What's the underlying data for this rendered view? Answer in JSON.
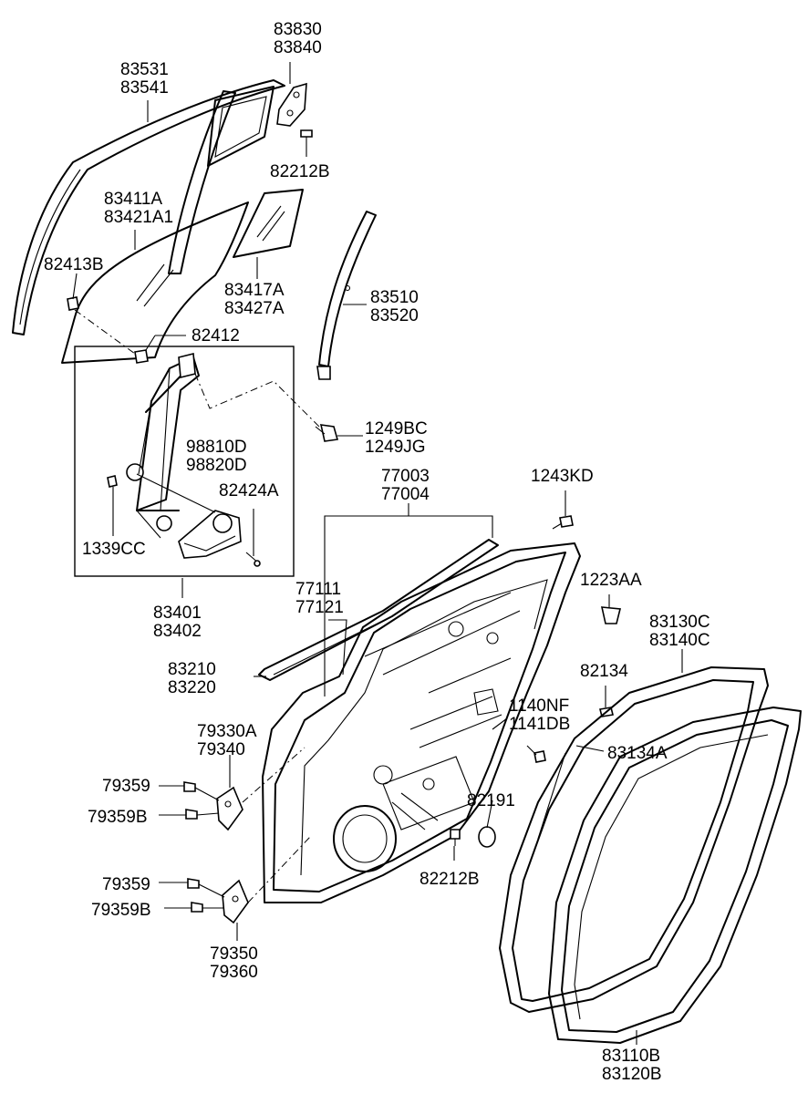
{
  "callouts": {
    "c83830": [
      "83830",
      "83840"
    ],
    "c83531": [
      "83531",
      "83541"
    ],
    "c82212b_top": [
      "82212B"
    ],
    "c83411a": [
      "83411A",
      "83421A1"
    ],
    "c82413b": [
      "82413B"
    ],
    "c83417a": [
      "83417A",
      "83427A"
    ],
    "c83510": [
      "83510",
      "83520"
    ],
    "c82412": [
      "82412"
    ],
    "c1249bc": [
      "1249BC",
      "1249JG"
    ],
    "c98810d": [
      "98810D",
      "98820D"
    ],
    "c82424a": [
      "82424A"
    ],
    "c1339cc": [
      "1339CC"
    ],
    "c83401": [
      "83401",
      "83402"
    ],
    "c77003": [
      "77003",
      "77004"
    ],
    "c1243kd": [
      "1243KD"
    ],
    "c1223aa": [
      "1223AA"
    ],
    "c77111": [
      "77111",
      "77121"
    ],
    "c83130c": [
      "83130C",
      "83140C"
    ],
    "c83210": [
      "83210",
      "83220"
    ],
    "c82134": [
      "82134"
    ],
    "c79330a": [
      "79330A",
      "79340"
    ],
    "c1140nf": [
      "1140NF",
      "1141DB"
    ],
    "c83134a": [
      "83134A"
    ],
    "c79359_a": [
      "79359"
    ],
    "c79359b_a": [
      "79359B"
    ],
    "c82191": [
      "82191"
    ],
    "c82212b_bot": [
      "82212B"
    ],
    "c79359_b": [
      "79359"
    ],
    "c79359b_b": [
      "79359B"
    ],
    "c79350": [
      "79350",
      "79360"
    ],
    "c83110b": [
      "83110B",
      "83120B"
    ]
  },
  "icons": {
    "c83830": "door-frame-bracket",
    "c83531": "door-frame-outer-molding",
    "c82212b_top": "clip-fastener",
    "c83411a": "door-window-glass",
    "c82413b": "glass-clip",
    "c83417a": "quarter-fixed-glass",
    "c83510": "rear-channel-run",
    "c82412": "glass-bracket",
    "c1249bc": "bolt",
    "c98810d": "window-regulator-motor",
    "c82424a": "screw",
    "c1339cc": "bolt",
    "c83401": "window-regulator",
    "c77003": "rear-door-panel",
    "c1243kd": "screw",
    "c1223aa": "bolt",
    "c77111": "door-outer-panel",
    "c83130c": "door-side-weatherstrip",
    "c83210": "belt-line-weatherstrip",
    "c82134": "clip",
    "c79330a": "upper-door-hinge",
    "c1140nf": "bolt",
    "c83134a": "weatherstrip-clip",
    "c79359_a": "hinge-bolt",
    "c79359b_a": "hinge-bolt",
    "c82191": "rubber-plug",
    "c82212b_bot": "clip-fastener",
    "c79359_b": "hinge-bolt",
    "c79359b_b": "hinge-bolt",
    "c79350": "lower-door-hinge",
    "c83110b": "body-side-weatherstrip"
  }
}
